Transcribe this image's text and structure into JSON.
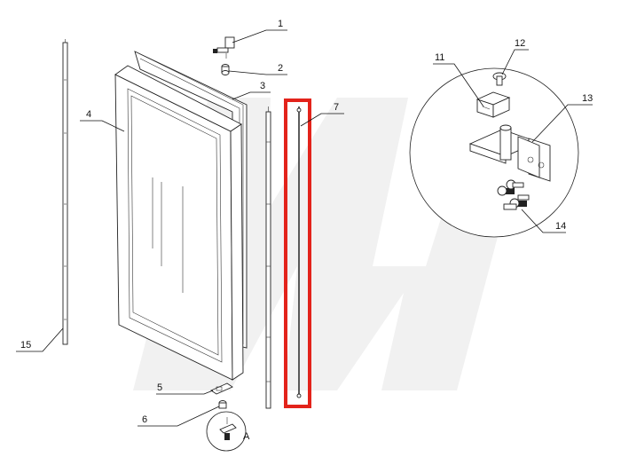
{
  "diagram": {
    "callouts": [
      {
        "id": "c1",
        "text": "1"
      },
      {
        "id": "c2",
        "text": "2"
      },
      {
        "id": "c3",
        "text": "3"
      },
      {
        "id": "c4",
        "text": "4"
      },
      {
        "id": "c5",
        "text": "5"
      },
      {
        "id": "c6",
        "text": "6"
      },
      {
        "id": "c7",
        "text": "7"
      },
      {
        "id": "c11",
        "text": "11"
      },
      {
        "id": "c12",
        "text": "12"
      },
      {
        "id": "c13",
        "text": "13"
      },
      {
        "id": "c14",
        "text": "14"
      },
      {
        "id": "c15",
        "text": "15"
      }
    ],
    "detail_marker": "A",
    "highlight_color": "#e3231b",
    "watermark_color": "#f1f1f1"
  }
}
